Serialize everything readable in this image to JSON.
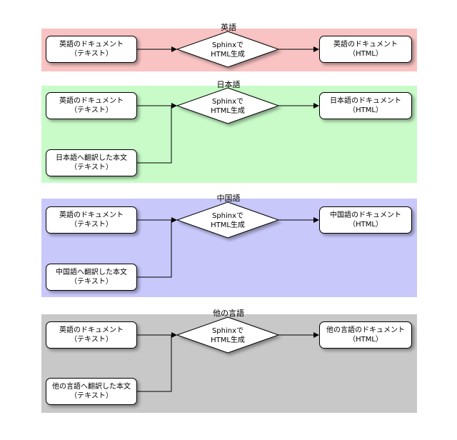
{
  "sections": [
    {
      "title": "英語",
      "color": "#f9c3c3",
      "source": {
        "line1": "英語のドキュメント",
        "line2": "（テキスト）"
      },
      "process": {
        "line1": "Sphinxで",
        "line2": "HTML生成"
      },
      "output": {
        "line1": "英語のドキュメント",
        "line2": "（HTML）"
      }
    },
    {
      "title": "日本語",
      "color": "#c8fbc8",
      "source": {
        "line1": "英語のドキュメント",
        "line2": "（テキスト）"
      },
      "translation": {
        "line1": "日本語へ翻訳した本文",
        "line2": "（テキスト）"
      },
      "process": {
        "line1": "Sphinxで",
        "line2": "HTML生成"
      },
      "output": {
        "line1": "日本語のドキュメント",
        "line2": "（HTML）"
      }
    },
    {
      "title": "中国語",
      "color": "#c8c8fb",
      "source": {
        "line1": "英語のドキュメント",
        "line2": "（テキスト）"
      },
      "translation": {
        "line1": "中国語へ翻訳した本文",
        "line2": "（テキスト）"
      },
      "process": {
        "line1": "Sphinxで",
        "line2": "HTML生成"
      },
      "output": {
        "line1": "中国語のドキュメント",
        "line2": "（HTML）"
      }
    },
    {
      "title": "他の言語",
      "color": "#c8c8c8",
      "source": {
        "line1": "英語のドキュメント",
        "line2": "（テキスト）"
      },
      "translation": {
        "line1": "他の言語へ翻訳した本文",
        "line2": "（テキスト）"
      },
      "process": {
        "line1": "Sphinxで",
        "line2": "HTML生成"
      },
      "output": {
        "line1": "他の言語のドキュメント",
        "line2": "（HTML）"
      }
    }
  ]
}
